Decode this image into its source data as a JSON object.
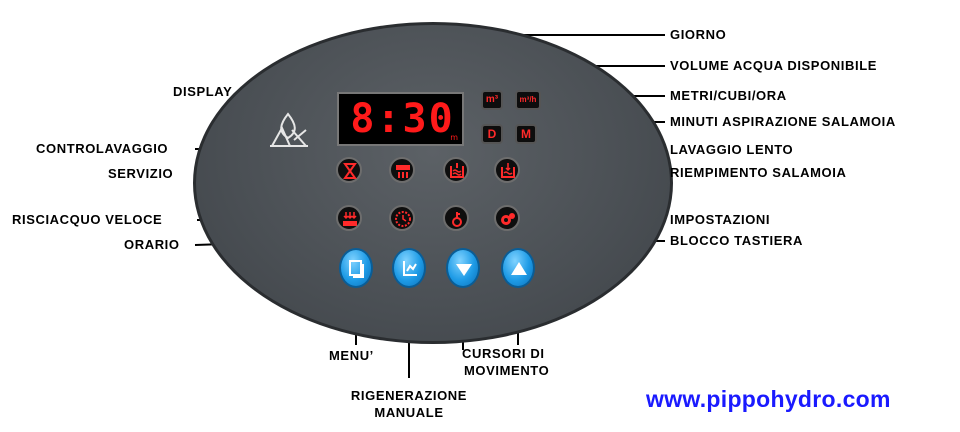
{
  "display": {
    "time": "8:30",
    "unit": "m"
  },
  "indicators": {
    "day": "D",
    "minutes": "M",
    "volume": "m³",
    "flow": "m³/h"
  },
  "labels": {
    "giorno": "GIORNO",
    "volume": "VOLUME ACQUA DISPONIBILE",
    "metri": "METRI/CUBI/ORA",
    "minuti": "MINUTI ASPIRAZIONE SALAMOIA",
    "display": "DISPLAY",
    "controlavaggio": "CONTROLAVAGGIO",
    "lavaggio_lento": "LAVAGGIO LENTO",
    "servizio": "SERVIZIO",
    "riempimento": "RIEMPIMENTO SALAMOIA",
    "risciacquo": "RISCIACQUO VELOCE",
    "impostazioni": "IMPOSTAZIONI",
    "orario": "ORARIO",
    "blocco": "BLOCCO TASTIERA",
    "menu": "MENU’",
    "rigenerazione_1": "RIGENERAZIONE",
    "rigenerazione_2": "MANUALE",
    "cursori_1": "CURSORI DI",
    "cursori_2": "MOVIMENTO"
  },
  "website": "www.pippohydro.com",
  "colors": {
    "accent_red": "#ff1a1a",
    "button_blue": "#1e9be6",
    "link_blue": "#1a1aff",
    "panel": "#4a4f54"
  }
}
